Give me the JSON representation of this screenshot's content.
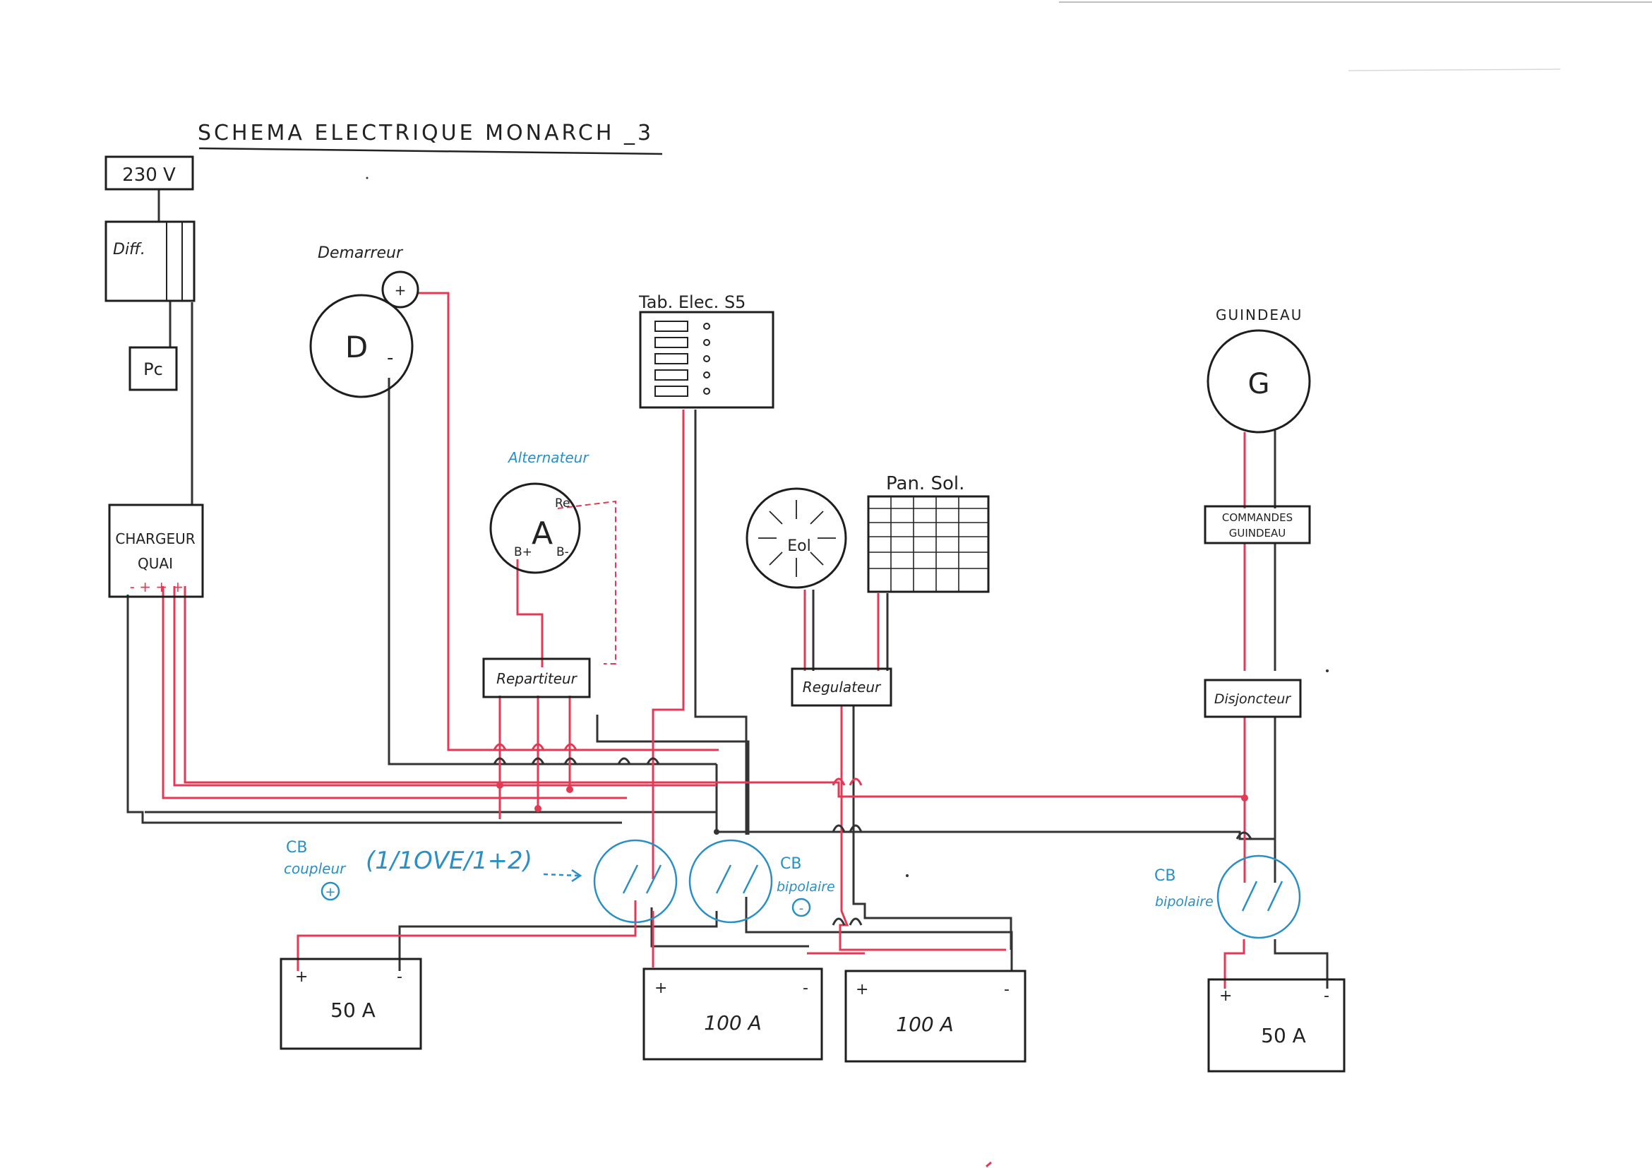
{
  "title": "SCHEMA ELECTRIQUE MONARCH _3",
  "components": {
    "mains": "230 V",
    "diff": "Diff.",
    "pc": "Pc",
    "demarreur": {
      "caption": "Demarreur",
      "symbol": "D",
      "plus": "+",
      "minus": "-"
    },
    "alternateur": {
      "caption": "Alternateur",
      "symbol": "A",
      "b_plus": "B+",
      "b_minus": "B-",
      "re": "Re"
    },
    "chargeur": {
      "line1": "CHARGEUR",
      "line2": "QUAI",
      "terminals": "- + + +"
    },
    "tableau": {
      "caption": "Tab. Elec. S5"
    },
    "eolienne": {
      "symbol": "Eol"
    },
    "panneau": {
      "caption": "Pan. Sol."
    },
    "regulateur": "Regulateur",
    "repartiteur": "Repartiteur",
    "guindeau": {
      "caption": "GUINDEAU",
      "symbol": "G"
    },
    "commandes": {
      "line1": "COMMANDES",
      "line2": "GUINDEAU"
    },
    "disjoncteur": "Disjoncteur"
  },
  "breakers": {
    "coupleur": {
      "line1": "CB",
      "line2": "coupleur",
      "sign": "+",
      "note": "(1/1OVE/1+2)"
    },
    "bipolaire_center": {
      "line1": "CB",
      "line2": "bipolaire",
      "sign": "-"
    },
    "bipolaire_right": {
      "line1": "CB",
      "line2": "bipolaire"
    }
  },
  "batteries": [
    {
      "label": "50 A",
      "plus": "+",
      "minus": "-"
    },
    {
      "label": "100 A",
      "plus": "+",
      "minus": "-"
    },
    {
      "label": "100 A",
      "plus": "+",
      "minus": "-"
    },
    {
      "label": "50 A",
      "plus": "+",
      "minus": "-"
    }
  ],
  "colors": {
    "positive": "#e23a55",
    "negative": "#333333",
    "breaker": "#2a8fc4",
    "ink": "#222222"
  }
}
